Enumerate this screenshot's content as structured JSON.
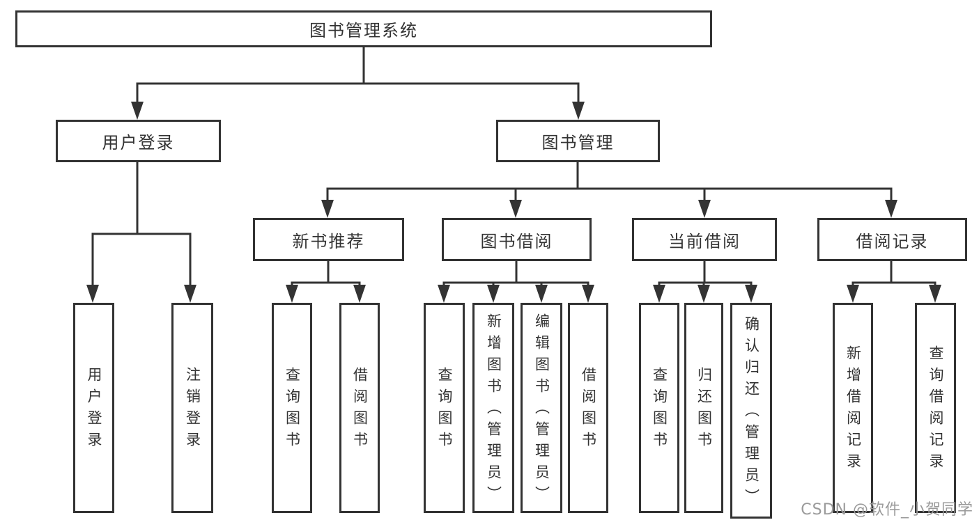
{
  "diagram": {
    "tree": {
      "root": {
        "label": "图书管理系统",
        "children": [
          {
            "label": "用户登录",
            "children": [
              {
                "label": "用户登录"
              },
              {
                "label": "注销登录"
              }
            ]
          },
          {
            "label": "图书管理",
            "children": [
              {
                "label": "新书推荐",
                "children": [
                  {
                    "label": "查询图书"
                  },
                  {
                    "label": "借阅图书"
                  }
                ]
              },
              {
                "label": "图书借阅",
                "children": [
                  {
                    "label": "查询图书"
                  },
                  {
                    "label": "新增图书（管理员）"
                  },
                  {
                    "label": "编辑图书（管理员）"
                  },
                  {
                    "label": "借阅图书"
                  }
                ]
              },
              {
                "label": "当前借阅",
                "children": [
                  {
                    "label": "查询图书"
                  },
                  {
                    "label": "归还图书"
                  },
                  {
                    "label": "确认归还（管理员）"
                  }
                ]
              },
              {
                "label": "借阅记录",
                "children": [
                  {
                    "label": "新增借阅记录"
                  },
                  {
                    "label": "查询借阅记录"
                  }
                ]
              }
            ]
          }
        ]
      }
    },
    "colors": {
      "line": "#333333",
      "text": "#333333",
      "background": "#ffffff",
      "watermark": "#9a9a9a"
    }
  },
  "watermark": "CSDN @软件_小贺同学"
}
